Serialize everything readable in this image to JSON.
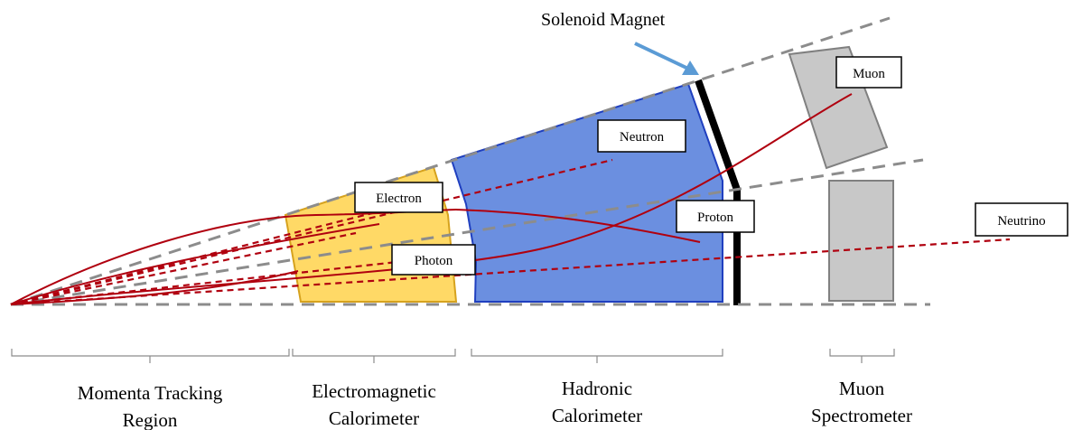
{
  "title": "Solenoid Magnet",
  "particles": {
    "electron": "Electron",
    "photon": "Photon",
    "neutron": "Neutron",
    "proton": "Proton",
    "muon": "Muon",
    "neutrino": "Neutrino"
  },
  "regions": {
    "tracking_line1": "Momenta Tracking",
    "tracking_line2": "Region",
    "em_line1": "Electromagnetic",
    "em_line2": "Calorimeter",
    "had_line1": "Hadronic",
    "had_line2": "Calorimeter",
    "muon_line1": "Muon",
    "muon_line2": "Spectrometer"
  },
  "colors": {
    "em_fill": "#ffd966",
    "em_stroke": "#d6a21e",
    "had_fill": "#6b8fe0",
    "had_stroke": "#1f3fbf",
    "muon_fill": "#c8c8c8",
    "muon_stroke": "#808080",
    "track": "#b0000f",
    "guide": "#8c8c8c",
    "magnet": "#000000",
    "arrow": "#5b9bd5"
  }
}
